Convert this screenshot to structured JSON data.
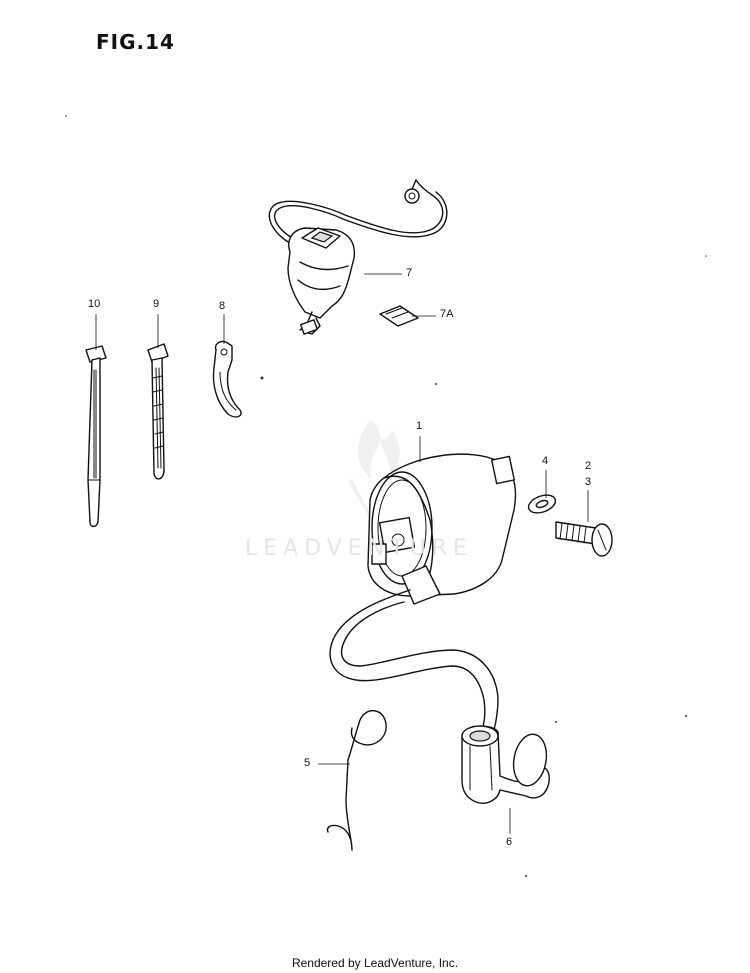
{
  "figure": {
    "title": "FIG.14"
  },
  "callouts": {
    "c1": "1",
    "c2": "2",
    "c3": "3",
    "c4": "4",
    "c5": "5",
    "c6": "6",
    "c7": "7",
    "c7a": "7A",
    "c8": "8",
    "c9": "9",
    "c10": "10"
  },
  "watermark": "LEADVENTURE",
  "footer": "Rendered by LeadVenture, Inc."
}
